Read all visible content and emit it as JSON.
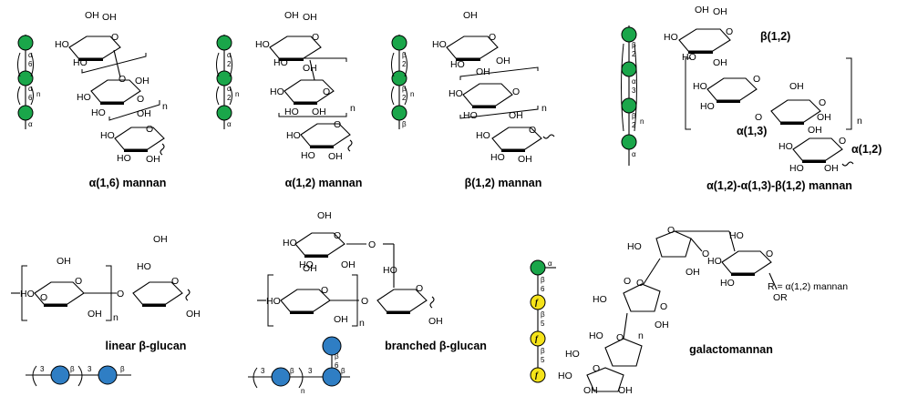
{
  "captions": {
    "a16": "α(1,6) mannan",
    "a12": "α(1,2) mannan",
    "b12": "β(1,2) mannan",
    "mixed": "α(1,2)-α(1,3)-β(1,2) mannan",
    "linear": "linear β-glucan",
    "branched": "branched β-glucan",
    "galacto": "galactomannan"
  },
  "linkage_labels": {
    "b12": "β(1,2)",
    "a13": "α(1,3)",
    "a12": "α(1,2)",
    "r_eq": "R = α(1,2) mannan"
  },
  "atoms": {
    "OH": "OH",
    "HO": "HO",
    "O": "O",
    "n": "n",
    "OR": "OR",
    "f": "f"
  },
  "colors": {
    "mannose": "#1aa64a",
    "glucose": "#2f7ec4",
    "galactofuranose": "#f5e31a"
  },
  "chains": {
    "a16": [
      "α",
      "6",
      "α",
      "6",
      "n",
      "α"
    ],
    "a12": [
      "α",
      "2",
      "α",
      "2",
      "n",
      "α"
    ],
    "b12": [
      "β",
      "2",
      "β",
      "2",
      "n",
      "β"
    ],
    "mixed": [
      "β",
      "2",
      "α",
      "3",
      "β",
      "2",
      "n",
      "α"
    ],
    "galacto": [
      "α",
      "β",
      "6",
      "β",
      "5",
      "β",
      "5"
    ],
    "linear": [
      "3",
      "β",
      "3",
      "β"
    ],
    "branched": [
      "3",
      "β",
      "3",
      "β",
      "β",
      "6",
      "n"
    ]
  }
}
